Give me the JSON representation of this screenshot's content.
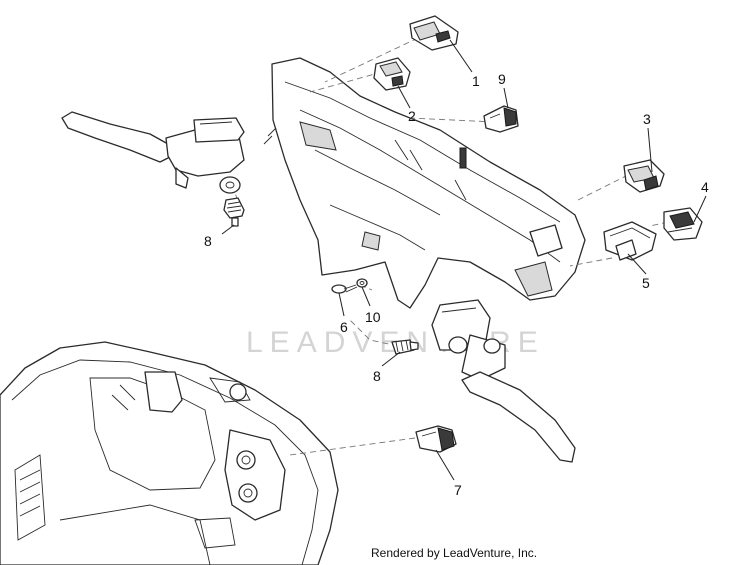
{
  "watermark": "LEADVENTURE",
  "credit": "Rendered by LeadVenture, Inc.",
  "callouts": [
    "1",
    "2",
    "3",
    "4",
    "5",
    "6",
    "7",
    "8",
    "8",
    "9",
    "10"
  ]
}
